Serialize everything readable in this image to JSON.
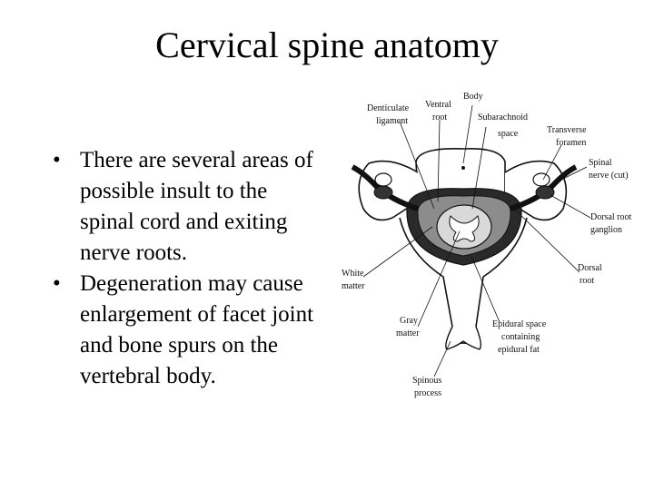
{
  "title": "Cervical spine anatomy",
  "bullets": [
    "There are several areas of possible insult to the spinal cord and exiting nerve roots.",
    "Degeneration may cause enlargement of facet joint and bone spurs on the vertebral body."
  ],
  "bullet_glyph": "•",
  "diagram": {
    "labels": {
      "body": "Body",
      "ventral_root_1": "Ventral",
      "ventral_root_2": "root",
      "denticulate_1": "Denticulate",
      "denticulate_2": "ligament",
      "subarachnoid_1": "Subarachnoid",
      "subarachnoid_2": "space",
      "transverse_1": "Transverse",
      "transverse_2": "foramen",
      "spinal_nerve_1": "Spinal",
      "spinal_nerve_2": "nerve (cut)",
      "drg_1": "Dorsal root",
      "drg_2": "ganglion",
      "white_1": "White",
      "white_2": "matter",
      "dorsal_root_1": "Dorsal",
      "dorsal_root_2": "root",
      "gray_1": "Gray",
      "gray_2": "matter",
      "epidural_1": "Epidural space",
      "epidural_2": "containing",
      "epidural_3": "epidural fat",
      "spinous_1": "Spinous",
      "spinous_2": "process"
    }
  }
}
